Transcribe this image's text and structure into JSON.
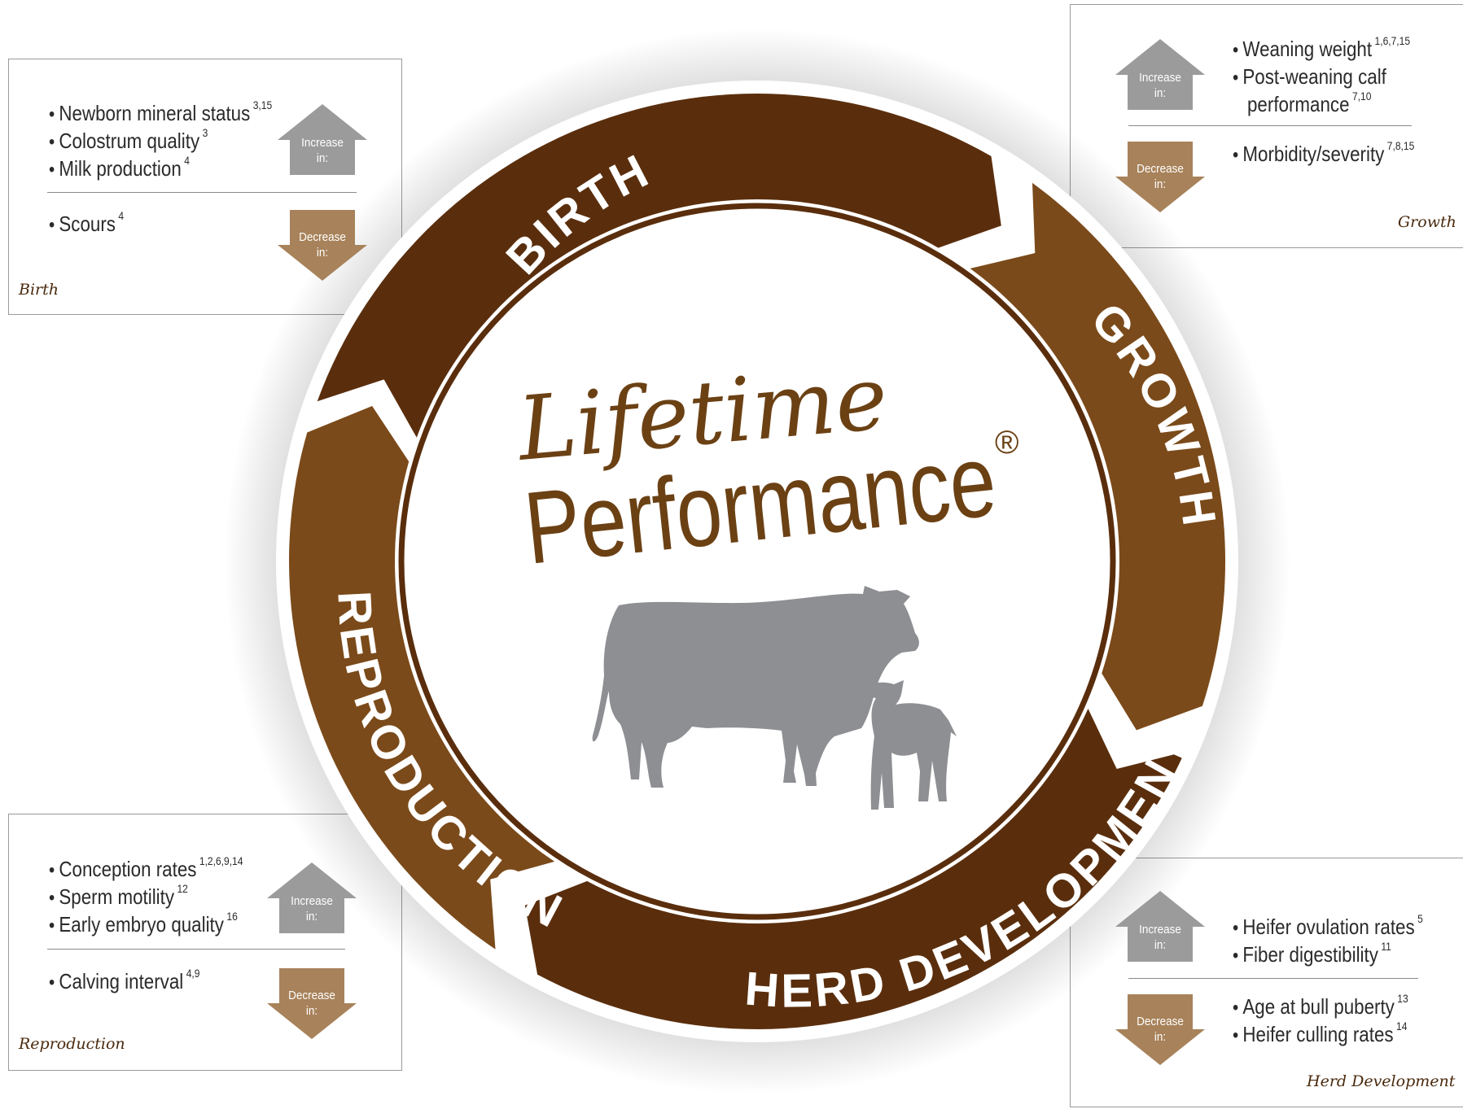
{
  "center": {
    "line1": "Lifetime",
    "line2": "Performance",
    "mark": "®",
    "image": "cow-and-calf-silhouette"
  },
  "ring": {
    "labels": [
      "BIRTH",
      "GROWTH",
      "HERD DEVELOPMENT",
      "REPRODUCTION"
    ]
  },
  "arrows": {
    "increase": [
      "Increase",
      "in:"
    ],
    "decrease": [
      "Decrease",
      "in:"
    ]
  },
  "colors": {
    "dark_brown": "#5a2e0d",
    "mid_brown": "#7b4a1a",
    "increase_gray": "#9b9b9b",
    "decrease_tan": "#a8825a",
    "title": "#6b4114"
  },
  "panels": {
    "birth": {
      "title": "Birth",
      "increase": [
        {
          "text": "Newborn mineral status",
          "refs": "3,15"
        },
        {
          "text": "Colostrum quality",
          "refs": "3"
        },
        {
          "text": "Milk production",
          "refs": "4"
        }
      ],
      "decrease": [
        {
          "text": "Scours",
          "refs": "4"
        }
      ]
    },
    "growth": {
      "title": "Growth",
      "increase": [
        {
          "text": "Weaning weight",
          "refs": "1,6,7,15"
        },
        {
          "text": "Post-weaning calf",
          "cont": "performance",
          "refs": "7,10"
        }
      ],
      "decrease": [
        {
          "text": "Morbidity/severity",
          "refs": "7,8,15"
        }
      ]
    },
    "reproduction": {
      "title": "Reproduction",
      "increase": [
        {
          "text": "Conception rates",
          "refs": "1,2,6,9,14"
        },
        {
          "text": "Sperm motility",
          "refs": "12"
        },
        {
          "text": "Early embryo quality",
          "refs": "16"
        }
      ],
      "decrease": [
        {
          "text": "Calving interval",
          "refs": "4,9"
        }
      ]
    },
    "herd": {
      "title": "Herd Development",
      "increase": [
        {
          "text": "Heifer ovulation rates",
          "refs": "5"
        },
        {
          "text": "Fiber digestibility",
          "refs": "11"
        }
      ],
      "decrease": [
        {
          "text": "Age at bull puberty",
          "refs": "13"
        },
        {
          "text": "Heifer culling rates",
          "refs": "14"
        }
      ]
    }
  }
}
